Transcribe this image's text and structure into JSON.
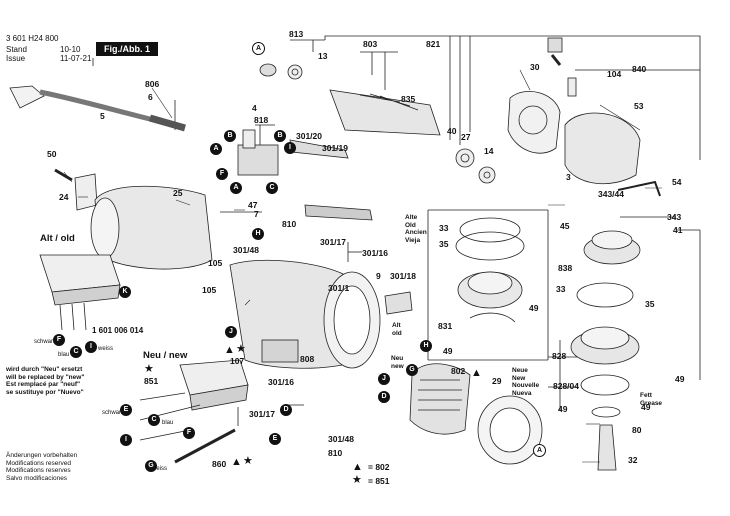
{
  "header": {
    "doc_number": "3 601 H24 800",
    "stand_label": "Stand",
    "stand_value": "10-10",
    "issue_label": "Issue",
    "issue_value": "11-07-21",
    "figure_label": "Fig./Abb. 1"
  },
  "part_numbers": {
    "p3": "3",
    "p4": "4",
    "p5": "5",
    "p6": "6",
    "p7": "7",
    "p9": "9",
    "p13": "13",
    "p14": "14",
    "p24": "24",
    "p25": "25",
    "p27": "27",
    "p29": "29",
    "p30": "30",
    "p32": "32",
    "p33a": "33",
    "p33b": "33",
    "p35a": "35",
    "p35b": "35",
    "p40": "40",
    "p41": "41",
    "p45": "45",
    "p47": "47",
    "p49a": "49",
    "p49b": "49",
    "p49c": "49",
    "p49d": "49",
    "p49e": "49",
    "p50": "50",
    "p53": "53",
    "p54": "54",
    "p80": "80",
    "p104": "104",
    "p105a": "105",
    "p105b": "105",
    "p107": "107",
    "p301_1": "301/1",
    "p301_16a": "301/16",
    "p301_16b": "301/16",
    "p301_17a": "301/17",
    "p301_17b": "301/17",
    "p301_18": "301/18",
    "p301_19": "301/19",
    "p301_20": "301/20",
    "p301_48a": "301/48",
    "p301_48b": "301/48",
    "p343": "343",
    "p343_44": "343/44",
    "p802a": "802",
    "p802b": "802",
    "p803": "803",
    "p806": "806",
    "p808": "808",
    "p810a": "810",
    "p810b": "810",
    "p813": "813",
    "p818": "818",
    "p821": "821",
    "p828": "828",
    "p828_04": "828/04",
    "p831": "831",
    "p835": "835",
    "p838": "838",
    "p840": "840",
    "p851a": "851",
    "p851b": "851",
    "p860": "860"
  },
  "callouts": {
    "A1": "A",
    "A2": "A",
    "A3": "A",
    "A4": "A",
    "B1": "B",
    "B2": "B",
    "C1": "C",
    "C2": "C",
    "D1": "D",
    "D2": "D",
    "E1": "E",
    "E2": "E",
    "F1": "F",
    "F2": "F",
    "F3": "F",
    "G1": "G",
    "G2": "G",
    "H1": "H",
    "H2": "H",
    "I1": "I",
    "I2": "I",
    "I3": "I",
    "J1": "J",
    "J2": "J",
    "K1": "K"
  },
  "labels": {
    "alt_old_heading": "Alt / old",
    "part_1601": "1 601 006 014",
    "neu_new_heading": "Neu / new",
    "schwarz_1": "schwarz",
    "blau_1": "blau",
    "weiss_1": "weiss",
    "schwarz_2": "schwarz",
    "blau_2": "blau",
    "weiss_2": "weiss",
    "notice": "wird durch \"Neu\" ersetzt\nwill be replaced by \"new\"\nEst remplacé par \"neuf\"\nse sustituye por \"Nuevo\"",
    "alt_old_lang": "Alte\nOld\nAncien\nVieja",
    "alt_old_small": "Alt\nold",
    "neu_new_small": "Neu\nnew",
    "neue_new_lang": "Neue\nNew\nNouvelle\nNueva",
    "fett_grease": "Fett\nGrease",
    "footer_changes": "Änderungen vorbehalten\nModifications reserved\nModifications reserves\nSalvo modificaciones",
    "legend_triangle_value": "= 802",
    "legend_star_value": "= 851"
  },
  "symbols": {
    "triangle": "▲",
    "star": "★"
  }
}
